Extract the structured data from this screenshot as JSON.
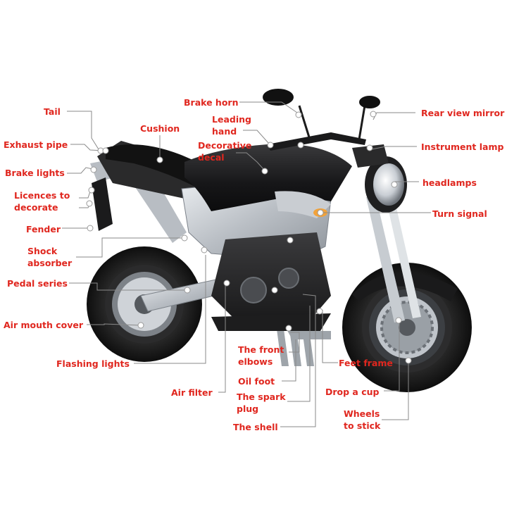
{
  "colors": {
    "label": "#e0271f",
    "leader_line": "#8a8a8a",
    "dot": "#ffffff",
    "frame": "#c9ccd0",
    "tank": "#1d1d1f",
    "tire": "#161616"
  },
  "subject_icon": "motorcycle-illustration",
  "labels": {
    "tail": "Tail",
    "cushion": "Cushion",
    "brake_horn": "Brake horn",
    "leading_hand": {
      "line1": "Leading",
      "line2": "hand"
    },
    "rear_view_mirror": "Rear view mirror",
    "exhaust_pipe": "Exhaust pipe",
    "decorative_decal": {
      "line1": "Decorative",
      "line2": "decal"
    },
    "instrument_lamp": "Instrument lamp",
    "brake_lights": "Brake lights",
    "headlamps": "headlamps",
    "licences_to_decorate": {
      "line1": "Licences to",
      "line2": "decorate"
    },
    "turn_signal": "Turn signal",
    "fender": "Fender",
    "shock_absorber": {
      "line1": "Shock",
      "line2": "absorber"
    },
    "pedal_series": "Pedal series",
    "air_mouth_cover": "Air mouth cover",
    "the_front_elbows": {
      "line1": "The front",
      "line2": "elbows"
    },
    "feet_frame": "Feet frame",
    "flashing_lights": "Flashing lights",
    "oil_foot": "Oil foot",
    "air_filter": "Air filter",
    "the_spark_plug": {
      "line1": "The spark",
      "line2": "plug"
    },
    "drop_a_cup": "Drop a cup",
    "wheels_to_stick": {
      "line1": "Wheels",
      "line2": "to stick"
    },
    "the_shell": "The shell"
  }
}
